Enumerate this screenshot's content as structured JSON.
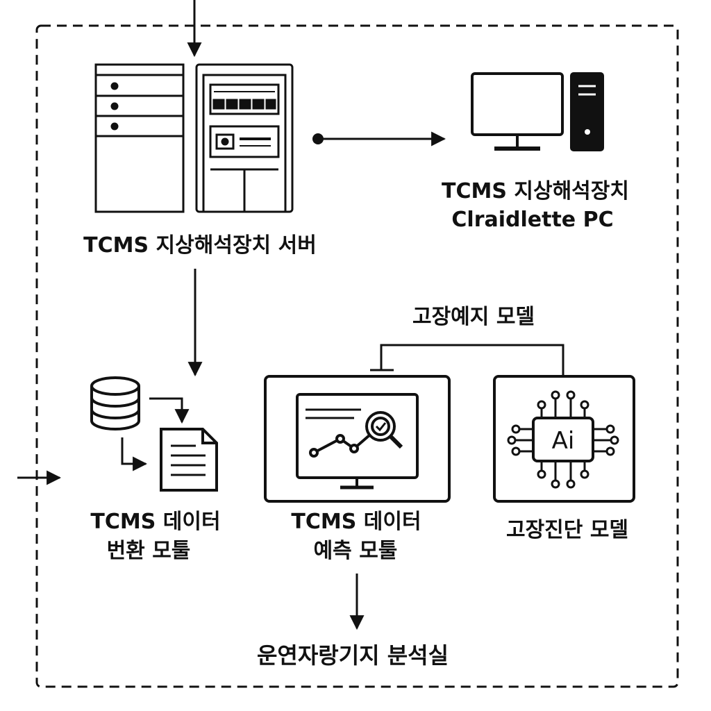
{
  "labels": {
    "server": "TCMS 지상해석장치 서버",
    "pc_line1": "TCMS 지상해석장치",
    "pc_line2": "Clraidlette PC",
    "failure_prediction_model": "고장예지 모델",
    "conversion_line1": "TCMS 데이터",
    "conversion_line2": "번환 모툴",
    "prediction_line1": "TCMS 데이터",
    "prediction_line2": "예측 모툴",
    "diagnosis_model": "고장진단 모델",
    "analysis_room": "운연자랑기지 분석실",
    "ai_chip_text": "Ai"
  },
  "icons": {
    "server_rack": "server-rack-icon",
    "server_cabinet": "server-cabinet-icon",
    "desktop_pc": "desktop-pc-icon",
    "database": "database-icon",
    "document": "document-icon",
    "analytics_monitor": "analytics-monitor-icon",
    "ai_chip": "ai-chip-icon"
  },
  "colors": {
    "stroke": "#111111",
    "background": "#ffffff"
  }
}
